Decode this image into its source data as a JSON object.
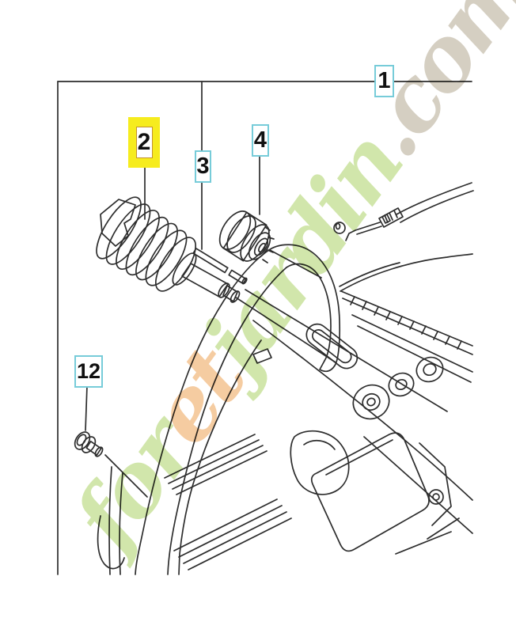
{
  "diagram": {
    "callouts": [
      {
        "label": "1",
        "highlighted": false
      },
      {
        "label": "2",
        "highlighted": true
      },
      {
        "label": "3",
        "highlighted": false
      },
      {
        "label": "4",
        "highlighted": false
      },
      {
        "label": "12",
        "highlighted": false
      }
    ]
  },
  "watermark": {
    "text": "foretjardin.com",
    "segments": [
      {
        "text": "for",
        "color": "#c6e096"
      },
      {
        "text": "et",
        "color": "#f3bf8a"
      },
      {
        "text": "jardin",
        "color": "#c6e096"
      },
      {
        "text": ".com",
        "color": "#cbc3b3"
      }
    ]
  },
  "colors": {
    "highlight_yellow": "#f6ec1e",
    "callout_border": "#77ccd9",
    "highlight_inner_border": "#c2902f",
    "line": "#2d2d2d"
  }
}
